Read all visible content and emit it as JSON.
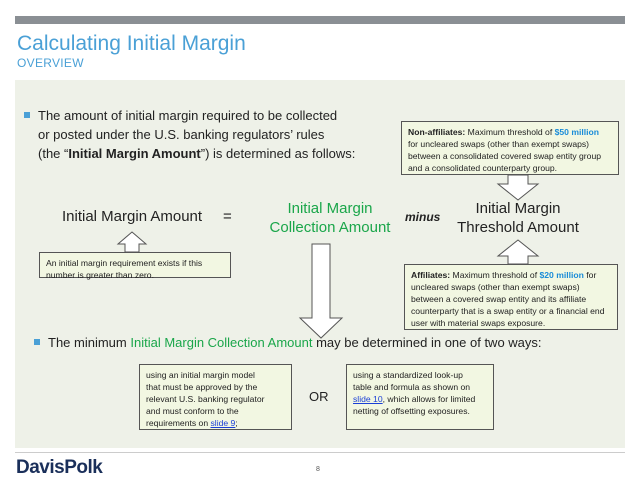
{
  "slide": {
    "title": "Calculating Initial Margin",
    "subtitle": "OVERVIEW",
    "page_number": "8"
  },
  "bullet1": {
    "line1": "The amount of initial margin required to be collected",
    "line2": "or posted under the U.S. banking regulators’ rules",
    "line3_pre": "(the “",
    "line3_bold": "Initial Margin Amount",
    "line3_post": "”) is determined as follows:"
  },
  "equation": {
    "lhs": "Initial Margin Amount",
    "equals": "=",
    "middle_line1": "Initial Margin",
    "middle_line2": "Collection Amount",
    "minus": "minus",
    "rhs_line1": "Initial Margin",
    "rhs_line2": "Threshold Amount"
  },
  "callouts": {
    "non_affiliates": {
      "label": "Non-affiliates:",
      "text1": " Maximum threshold of ",
      "amount": "$50 million",
      "text2": "for uncleared swaps (other than exempt swaps)",
      "text3": "between a consolidated covered swap entity group",
      "text4": "and a consolidated counterparty group."
    },
    "affiliates": {
      "label": "Affiliates:",
      "text1": " Maximum threshold of ",
      "amount": "$20 million",
      "text1b": " for",
      "text2": "uncleared swaps (other than exempt swaps)",
      "text3": "between a covered swap entity and its affiliate",
      "text4": "counterparty that is a swap entity or a financial end",
      "text5": "user with material swaps exposure."
    },
    "requirement": {
      "line1": "An initial margin requirement exists if this",
      "line2": "number is greater than zero."
    }
  },
  "bullet2": {
    "pre": "The minimum ",
    "highlight": "Initial Margin Collection Amount",
    "post": " may be determined in one of two ways:"
  },
  "options": {
    "left": {
      "line1": "using an initial margin model",
      "line2": "that must be approved by the",
      "line3": "relevant U.S. banking regulator",
      "line4": "and must conform to the",
      "line5_pre": "requirements on ",
      "link": "slide 9",
      "line5_post": ";"
    },
    "or_label": "OR",
    "right": {
      "line1": "using a standardized look-up",
      "line2": "table and formula as shown on",
      "link": "slide 10",
      "line3_post": ", which allows for limited",
      "line4": "netting of offsetting exposures."
    }
  },
  "footer": {
    "logo": "DavisPolk"
  },
  "colors": {
    "title": "#4aa0d6",
    "green": "#1aa64a",
    "amount_blue": "#1a8cd8",
    "panel_bg": "#eef1e8",
    "box_bg": "#f2f7e2",
    "logo": "#1a2f5a"
  }
}
